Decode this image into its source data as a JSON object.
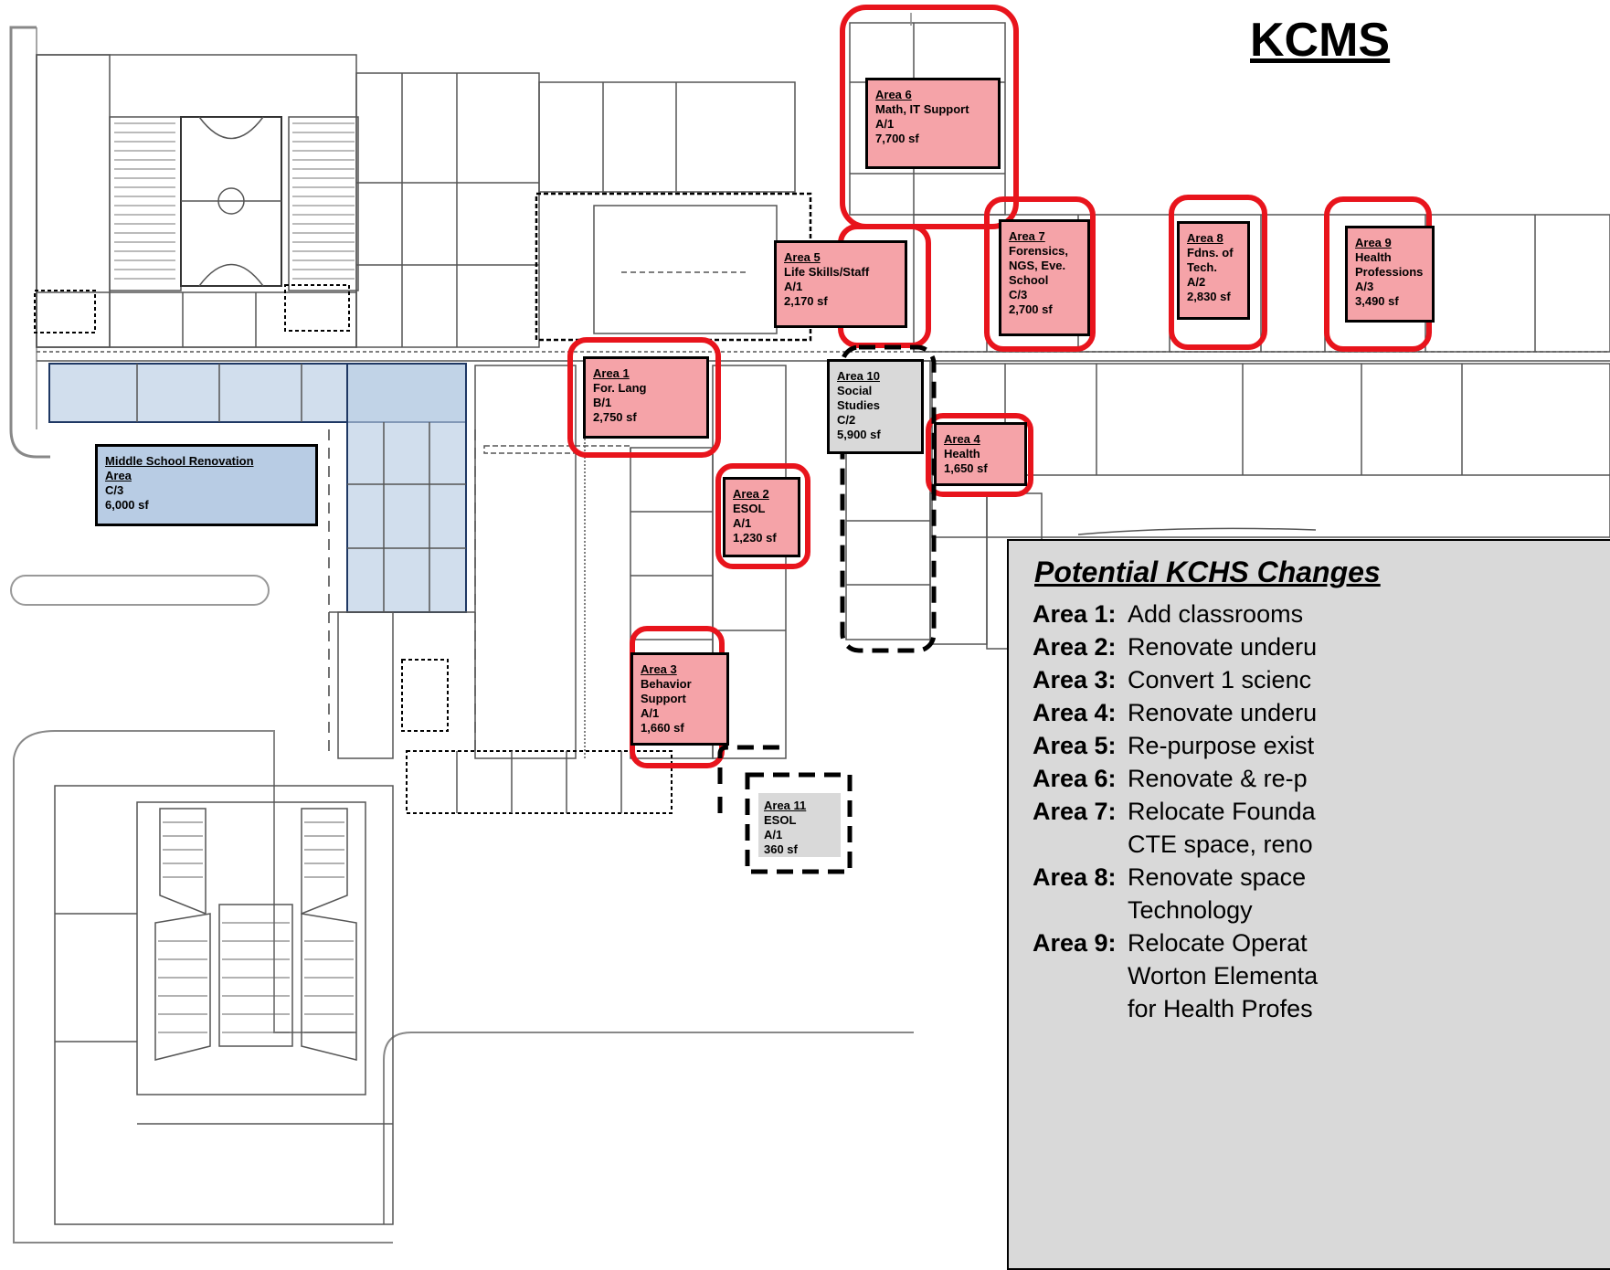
{
  "title": "KCMS",
  "areas": {
    "a1": {
      "name": "Area 1",
      "lines": [
        "For. Lang",
        "B/1",
        "2,750 sf"
      ]
    },
    "a2": {
      "name": "Area 2",
      "lines": [
        "ESOL",
        "A/1",
        "1,230 sf"
      ]
    },
    "a3": {
      "name": "Area 3",
      "lines": [
        "Behavior",
        "Support",
        "A/1",
        "1,660 sf"
      ]
    },
    "a4": {
      "name": "Area 4",
      "lines": [
        "Health",
        "1,650 sf"
      ]
    },
    "a5": {
      "name": "Area 5",
      "lines": [
        "Life Skills/Staff",
        "A/1",
        "2,170 sf"
      ]
    },
    "a6": {
      "name": "Area 6",
      "lines": [
        "Math, IT Support",
        "A/1",
        "7,700 sf"
      ]
    },
    "a7": {
      "name": "Area 7",
      "lines": [
        "Forensics,",
        "NGS, Eve.",
        "School",
        "C/3",
        "2,700 sf"
      ]
    },
    "a8": {
      "name": "Area 8",
      "lines": [
        "Fdns. of",
        "Tech.",
        "A/2",
        "2,830 sf"
      ]
    },
    "a9": {
      "name": "Area 9",
      "lines": [
        "Health",
        "Professions",
        "A/3",
        "3,490 sf"
      ]
    },
    "a10": {
      "name": "Area 10",
      "lines": [
        "Social",
        "Studies",
        "C/2",
        "5,900 sf"
      ]
    },
    "a11": {
      "name": "Area 11",
      "lines": [
        "ESOL",
        "A/1",
        "360 sf"
      ]
    },
    "ms": {
      "name": "Middle School Renovation",
      "name2": "Area",
      "lines": [
        "C/3",
        "6,000 sf"
      ]
    }
  },
  "legend": {
    "title": "Potential KCHS Changes",
    "rows": [
      {
        "area": "Area 1:",
        "text": "Add classrooms"
      },
      {
        "area": "Area 2:",
        "text": "Renovate underu"
      },
      {
        "area": "Area 3:",
        "text": "Convert 1 scienc"
      },
      {
        "area": "Area 4:",
        "text": "Renovate underu"
      },
      {
        "area": "Area 5:",
        "text": "Re-purpose exist"
      },
      {
        "area": "Area 6:",
        "text": "Renovate & re-p"
      },
      {
        "area": "Area 7:",
        "text": "Relocate Founda"
      },
      {
        "area": "",
        "text": "CTE space, reno"
      },
      {
        "area": "Area 8:",
        "text": "Renovate space"
      },
      {
        "area": "",
        "text": "Technology"
      },
      {
        "area": "Area 9:",
        "text": "Relocate Operat"
      },
      {
        "area": "",
        "text": "Worton Elementa"
      },
      {
        "area": "",
        "text": "for Health Profes"
      }
    ]
  },
  "colors": {
    "highlight_red": "#e8141c",
    "label_pink": "#f5a3a8",
    "label_gray": "#d9d9d9",
    "ms_blue": "#b8cce4",
    "ms_border": "#1f3864"
  }
}
